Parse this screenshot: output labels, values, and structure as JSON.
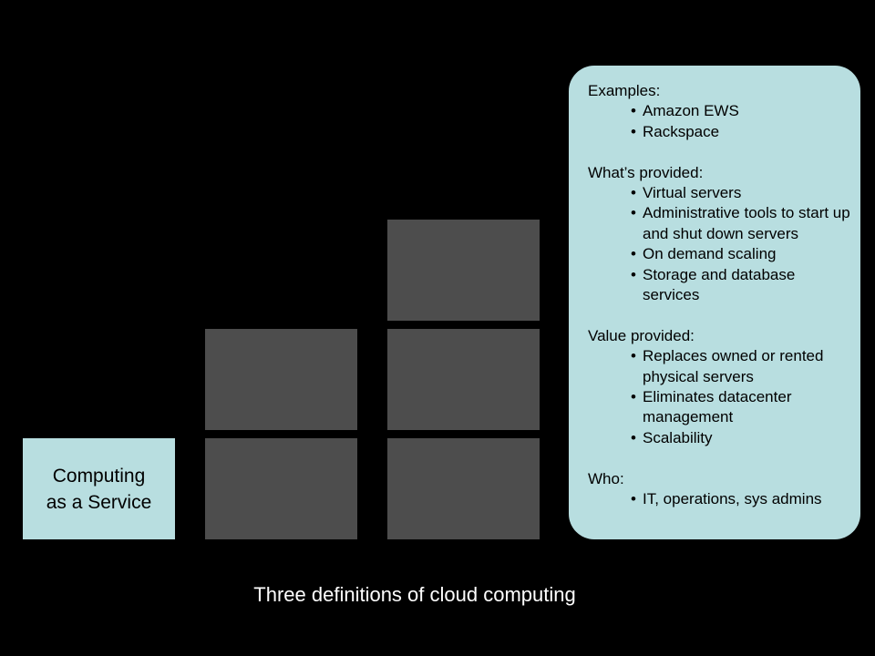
{
  "highlight_block": {
    "line1": "Computing",
    "line2": "as a Service"
  },
  "info_panel": {
    "sections": [
      {
        "heading": "Examples:",
        "items": [
          "Amazon EWS",
          "Rackspace"
        ]
      },
      {
        "heading": "What’s provided:",
        "items": [
          "Virtual servers",
          "Administrative tools to start up and shut down servers",
          "On demand scaling",
          "Storage and database services"
        ]
      },
      {
        "heading": "Value provided:",
        "items": [
          "Replaces owned or rented physical servers",
          "Eliminates datacenter management",
          "Scalability"
        ]
      },
      {
        "heading": "Who:",
        "items": [
          "IT, operations, sys admins"
        ]
      }
    ],
    "bullet": "•"
  },
  "caption": "Three definitions of cloud computing",
  "colors": {
    "background": "#000000",
    "block_gray": "#4d4d4d",
    "highlight": "#b8dee0",
    "caption_text": "#ffffff"
  }
}
